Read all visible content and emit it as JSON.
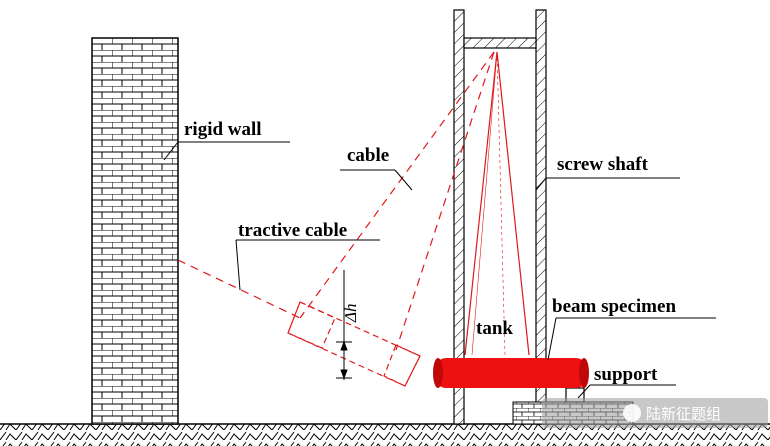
{
  "labels": {
    "rigid_wall": "rigid wall",
    "cable": "cable",
    "screw_shaft": "screw shaft",
    "tractive_cable": "tractive cable",
    "tank": "tank",
    "beam_specimen": "beam specimen",
    "support": "support",
    "delta_h": "Δh"
  },
  "watermark": {
    "text": "陆新征题组"
  },
  "colors": {
    "cable": "#e0181c",
    "tank": "#ee1111",
    "line": "#000000",
    "background": "#ffffff"
  }
}
